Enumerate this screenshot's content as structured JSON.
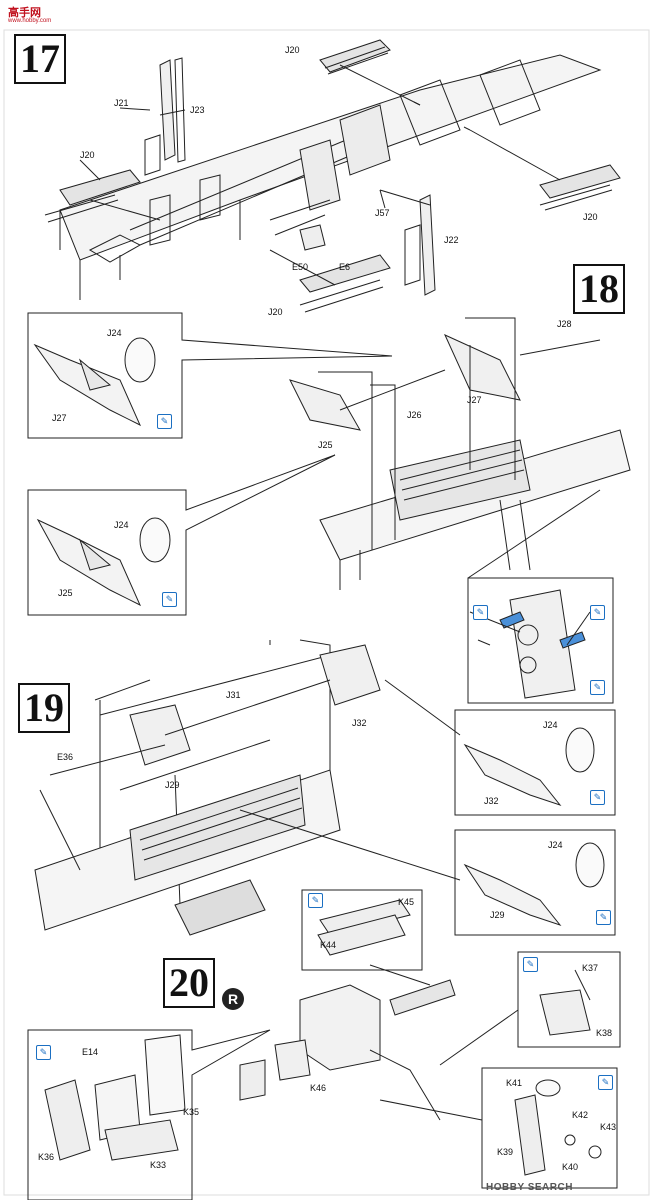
{
  "watermark": {
    "top_site": "高手网",
    "top_url": "www.hobby.com",
    "bottom_right": "HOBBY SEARCH"
  },
  "steps": [
    {
      "number": "17"
    },
    {
      "number": "18"
    },
    {
      "number": "19"
    },
    {
      "number": "20"
    }
  ],
  "step20_badge": "R",
  "paint_symbol": "✎",
  "part_labels": {
    "s17": [
      "J20",
      "J21",
      "J23",
      "J20",
      "J57",
      "J22",
      "E50",
      "E6",
      "J20",
      "J20"
    ],
    "s18_main": [
      "J28",
      "J27",
      "J26",
      "J25"
    ],
    "s18_inset1": [
      "J24",
      "J27"
    ],
    "s18_inset2": [
      "J24",
      "J25"
    ],
    "s19_main": [
      "J31",
      "J32",
      "E36",
      "J29"
    ],
    "s19_inset1": [
      "J24",
      "J32"
    ],
    "s19_inset2": [
      "J24",
      "J29"
    ],
    "s20_k44": [
      "K45",
      "K44"
    ],
    "s20_k37": [
      "K37",
      "K38"
    ],
    "s20_main": [
      "K46"
    ],
    "s20_e14": [
      "E14",
      "K35",
      "K36",
      "K33"
    ],
    "s20_k41": [
      "K41",
      "K42",
      "K43",
      "K39",
      "K40"
    ]
  }
}
